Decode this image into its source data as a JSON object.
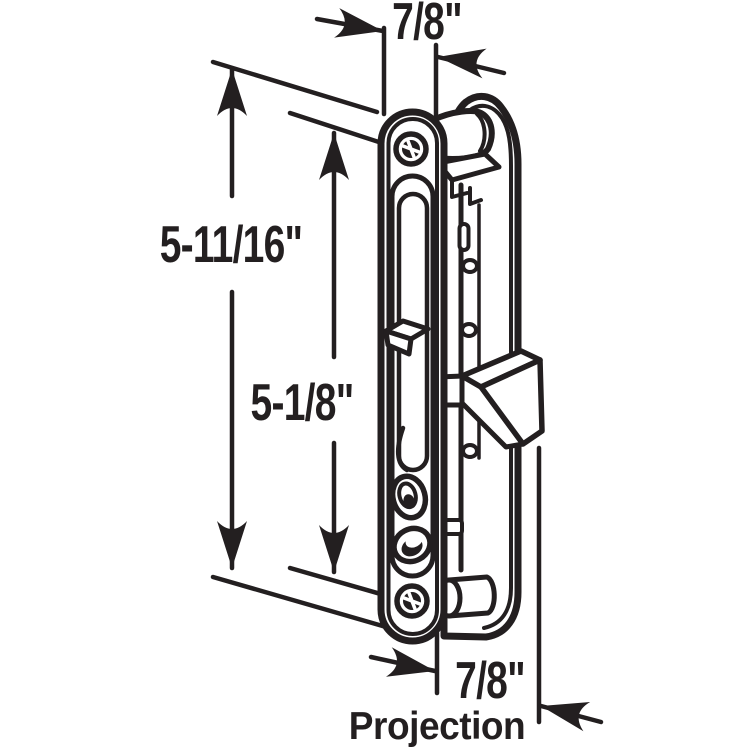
{
  "figure": {
    "type": "technical-line-drawing",
    "subject": "sliding-door-latch-hardware",
    "ink_color": "#231f20",
    "background_color": "#ffffff"
  },
  "dimensions": {
    "top_width": "7/8\"",
    "overall_height": "5-11/16\"",
    "screw_spacing": "5-1/8\"",
    "projection_value": "7/8\"",
    "projection_label": "Projection"
  }
}
